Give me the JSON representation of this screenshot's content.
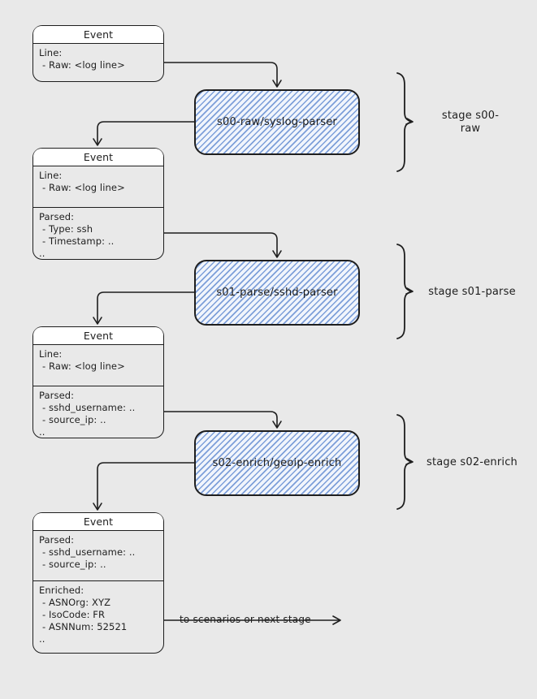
{
  "events": [
    {
      "title": "Event",
      "sections": [
        [
          "Line:",
          "- Raw: <log line>"
        ]
      ]
    },
    {
      "title": "Event",
      "sections": [
        [
          "Line:",
          "- Raw: <log line>"
        ],
        [
          "Parsed:",
          "- Type: ssh",
          "- Timestamp: ..",
          ".."
        ]
      ]
    },
    {
      "title": "Event",
      "sections": [
        [
          "Line:",
          "- Raw: <log line>"
        ],
        [
          "Parsed:",
          "- sshd_username: ..",
          "- source_ip: ..",
          ".."
        ]
      ]
    },
    {
      "title": "Event",
      "sections": [
        [
          "Parsed:",
          "- sshd_username: ..",
          "- source_ip: .."
        ],
        [
          "Enriched:",
          "- ASNOrg: XYZ",
          "- IsoCode: FR",
          "- ASNNum: 52521",
          ".."
        ]
      ]
    }
  ],
  "stages": [
    {
      "label": "s00-raw/syslog-parser"
    },
    {
      "label": "s01-parse/sshd-parser"
    },
    {
      "label": "s02-enrich/geoip-enrich"
    }
  ],
  "stage_groups": [
    {
      "label": "stage s00-raw"
    },
    {
      "label": "stage s01-parse"
    },
    {
      "label": "stage s02-enrich"
    }
  ],
  "output": {
    "label": "to scenarios or next stage"
  },
  "colors": {
    "background": "#e9e9e9",
    "node_border": "#1e1e1e",
    "node_fill": "#ffffff",
    "stage_stripe": "#7d9fd9",
    "stage_bg": "#f1f5fc",
    "text": "#1e1e1e"
  }
}
